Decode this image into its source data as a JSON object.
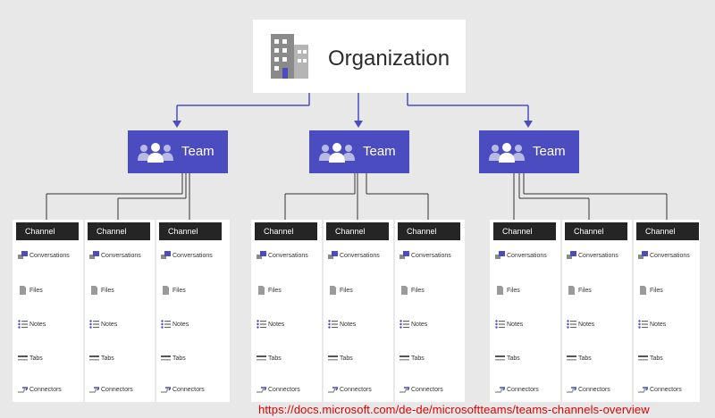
{
  "organization": {
    "label": "Organization"
  },
  "team": {
    "label": "Team"
  },
  "teams": [
    {
      "label": "Team",
      "channels": [
        "Channel",
        "Channel",
        "Channel"
      ]
    },
    {
      "label": "Team",
      "channels": [
        "Channel",
        "Channel",
        "Channel"
      ]
    },
    {
      "label": "Team",
      "channels": [
        "Channel",
        "Channel",
        "Channel"
      ]
    }
  ],
  "channel_items": [
    {
      "label": "Conversations",
      "icon": "conversations-icon"
    },
    {
      "label": "Files",
      "icon": "file-icon"
    },
    {
      "label": "Notes",
      "icon": "notes-icon"
    },
    {
      "label": "Tabs",
      "icon": "tabs-icon"
    },
    {
      "label": "Connectors",
      "icon": "connectors-icon"
    }
  ],
  "source_url": "https://docs.microsoft.com/de-de/microsoftteams/teams-channels-overview",
  "colors": {
    "team_fill": "#4b4cc0",
    "channel_header": "#252525",
    "arrow": "#4b4cc0",
    "url_text": "#e30000"
  }
}
